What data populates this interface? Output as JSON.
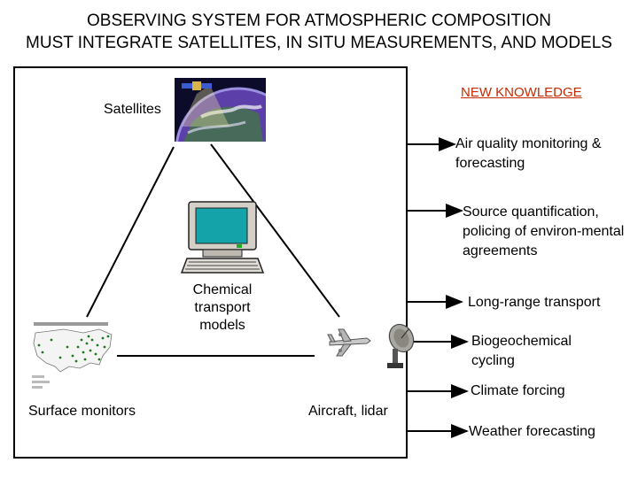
{
  "title": {
    "line1": "OBSERVING SYSTEM FOR ATMOSPHERIC COMPOSITION",
    "line2": "MUST INTEGRATE SATELLITES, IN SITU MEASUREMENTS, AND MODELS"
  },
  "nodes": {
    "satellites": "Satellites",
    "model": "Chemical transport models",
    "surface": "Surface monitors",
    "aircraft": "Aircraft, lidar"
  },
  "new_knowledge": "NEW KNOWLEDGE",
  "outputs": [
    "Air quality monitoring & forecasting",
    "Source quantification, policing of environ-mental agreements",
    "Long-range transport",
    "Biogeochemical cycling",
    "Climate forcing",
    "Weather forecasting"
  ],
  "colors": {
    "new_knowledge": "#c62a00",
    "monitor_screen": "#14a3a8",
    "earth": "#5c3fa8"
  },
  "icons": [
    "satellite-earth-image",
    "computer-icon",
    "us-map-image",
    "aircraft-icon",
    "lidar-dish-icon"
  ]
}
